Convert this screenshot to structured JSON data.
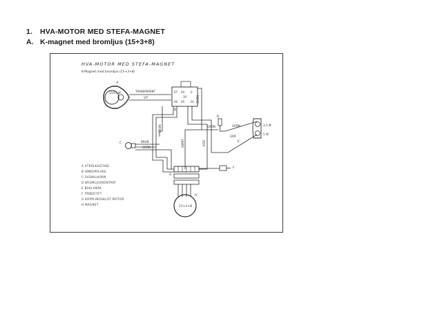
{
  "page": {
    "heading_number": "1.",
    "heading": "HVA-MOTOR MED STEFA-MAGNET",
    "sub_letter": "A.",
    "subheading": "K-magnet med bromljus (15+3+8)"
  },
  "diagram": {
    "title": "HVA-MOTOR MED STEFA-MAGNET",
    "subtitle": "K-Magnet med bromljus (15+3+8)",
    "lamp_label": "A",
    "lamp_rating": "15/15 W",
    "switch_label": "B",
    "horn_label": "C",
    "brakeswitch_label": "D",
    "taillamp_label": "E",
    "sparkplug_label": "F",
    "motor_label": "G",
    "magnet_label": "H",
    "magnet_text": "15+3+8",
    "taillamp_ratings": [
      "3,5 W",
      "5 W"
    ],
    "switch_terminals": [
      "07",
      "04",
      0,
      "06",
      "05",
      "01"
    ],
    "switch_terminal_mid": "30",
    "wire_labels": {
      "transparent": "TRANSPARENT",
      "vit": "VIT",
      "grön": "GRÖN",
      "röd": "RÖD",
      "brun": "BRUN",
      "grå": "GRÅ",
      "svart": "SVART"
    },
    "legend": [
      "A   STRÅLKASTARE",
      "B   OMKOPPLARE",
      "C   SIGNALHORN",
      "D   BROMLJUSKONTAKT",
      "E   BAKLAMPA",
      "F   TÄNDSTIFT",
      "G   KOPPLINGSKLOT MOTOR",
      "H   MAGNET"
    ]
  }
}
